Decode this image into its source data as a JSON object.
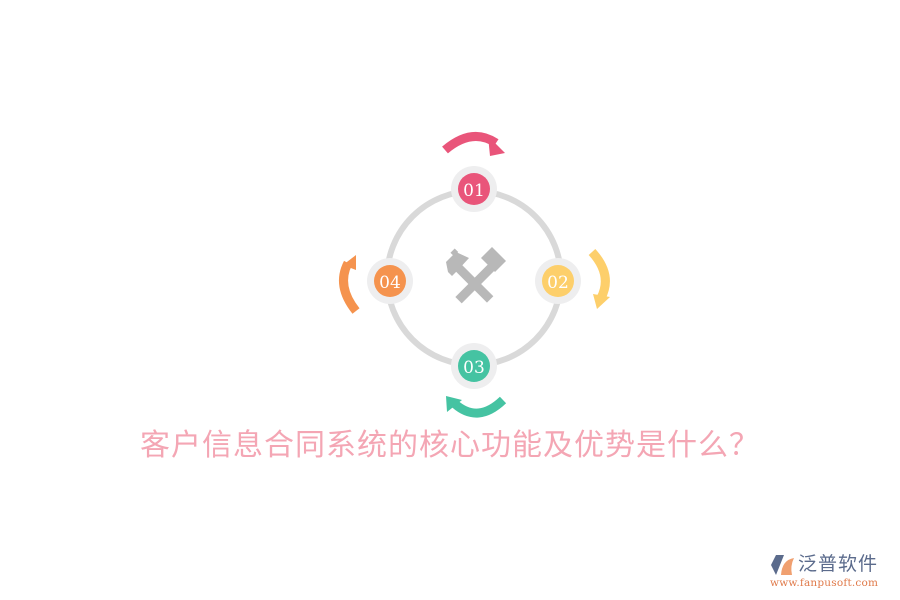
{
  "title": "客户信息合同系统的核心功能及优势是什么？",
  "center_icon": "crossed-hammers-icon",
  "colors": {
    "ring": "#d9d9d9",
    "node_halo": "#eeeeef",
    "center_icon": "#b8b8b8",
    "title": "#f4a6b4"
  },
  "nodes": [
    {
      "label": "01",
      "color": "#e9557a",
      "position": "top",
      "arrow": "clockwise"
    },
    {
      "label": "02",
      "color": "#fdcf6b",
      "position": "right",
      "arrow": "clockwise"
    },
    {
      "label": "03",
      "color": "#45c3a2",
      "position": "bottom",
      "arrow": "clockwise"
    },
    {
      "label": "04",
      "color": "#f5934e",
      "position": "left",
      "arrow": "clockwise"
    }
  ],
  "logo": {
    "brand": "泛普软件",
    "url": "www.fanpusoft.com",
    "icon": "fanpu-logo-icon"
  }
}
